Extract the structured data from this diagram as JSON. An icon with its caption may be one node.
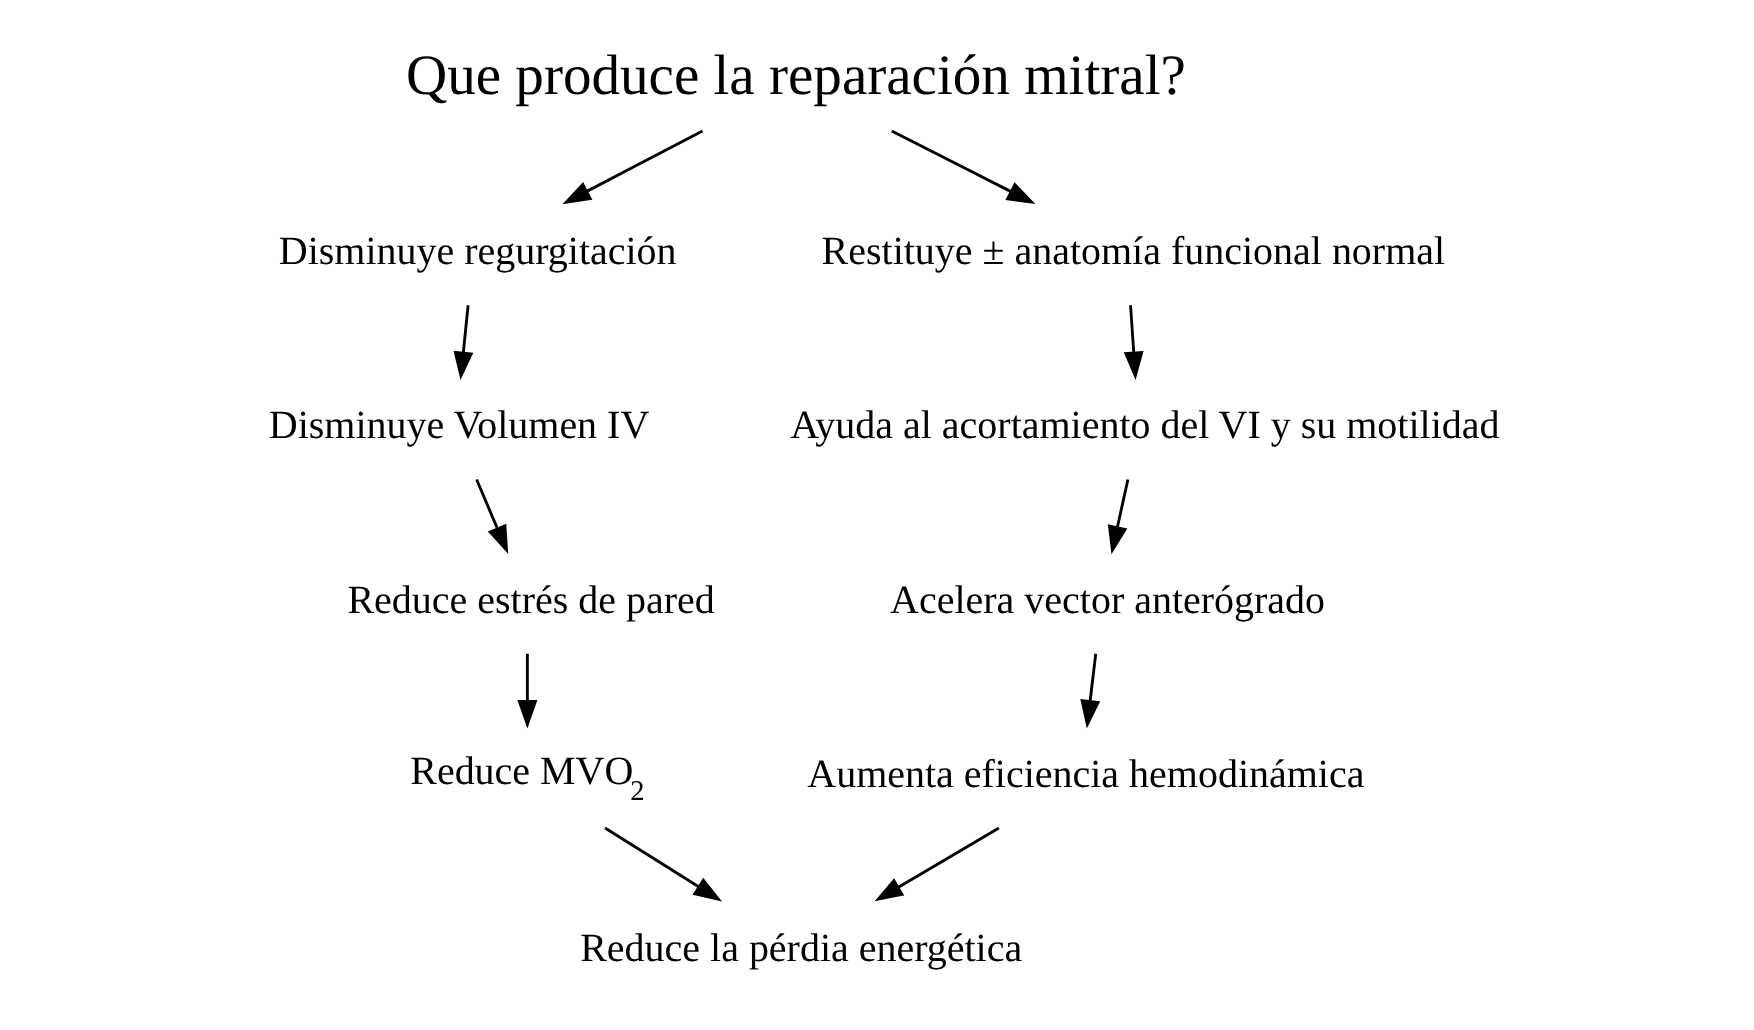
{
  "diagram": {
    "nodes": [
      {
        "text": [
          "Que produce la reparación mitral?"
        ]
      },
      {
        "text": [
          "Disminuye regurgitación"
        ]
      },
      {
        "text": [
          "Disminuye Volumen IV"
        ]
      },
      {
        "text": [
          "Reduce estrés de pared"
        ]
      },
      {
        "text": [
          "Reduce MVO$_{2}$"
        ]
      },
      {
        "text": [
          "Restituye ± anatomía funcional normal"
        ]
      },
      {
        "text": [
          "Ayuda al acortamiento del VI y su motilidad"
        ]
      },
      {
        "text": [
          "Acelera vector anterógrado"
        ]
      },
      {
        "text": [
          "Aumenta eficiencia hemodinámica"
        ]
      },
      {
        "text": [
          "Reduce la pérdia energética"
        ]
      }
    ],
    "edges": [
      {
        "from": 0,
        "to": 1,
        "arrow": "to"
      },
      {
        "from": 0,
        "to": 5,
        "arrow": "to"
      },
      {
        "from": 1,
        "to": 2,
        "arrow": "to"
      },
      {
        "from": 2,
        "to": 3,
        "arrow": "to"
      },
      {
        "from": 3,
        "to": 4,
        "arrow": "to"
      },
      {
        "from": 5,
        "to": 6,
        "arrow": "to"
      },
      {
        "from": 6,
        "to": 7,
        "arrow": "to"
      },
      {
        "from": 7,
        "to": 8,
        "arrow": "to"
      },
      {
        "from": 4,
        "to": 9,
        "arrow": "to"
      },
      {
        "from": 8,
        "to": 9,
        "arrow": "to"
      }
    ]
  }
}
